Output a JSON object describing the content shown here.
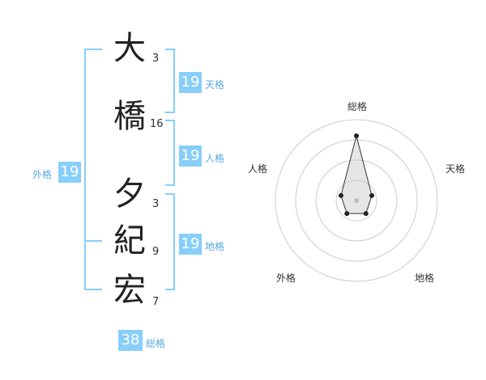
{
  "name": {
    "chars": [
      {
        "char": "大",
        "strokes": "3"
      },
      {
        "char": "橋",
        "strokes": "16"
      },
      {
        "char": "夕",
        "strokes": "3"
      },
      {
        "char": "紀",
        "strokes": "9"
      },
      {
        "char": "宏",
        "strokes": "7"
      }
    ]
  },
  "kaku": {
    "tenkaku": {
      "value": "19",
      "label": "天格"
    },
    "jinkaku": {
      "value": "19",
      "label": "人格"
    },
    "chikaku": {
      "value": "19",
      "label": "地格"
    },
    "gaikaku": {
      "value": "19",
      "label": "外格"
    },
    "soukaku": {
      "value": "38",
      "label": "総格"
    }
  },
  "colors": {
    "accent": "#87cefa",
    "label_text": "#5aa9de",
    "char_text": "#222222"
  },
  "chart_data": {
    "type": "radar",
    "axes": [
      "総格",
      "天格",
      "地格",
      "外格",
      "人格"
    ],
    "series": [
      {
        "values": [
          4,
          1,
          1,
          1,
          1
        ]
      }
    ],
    "rings": 4,
    "range": [
      0,
      5
    ]
  }
}
